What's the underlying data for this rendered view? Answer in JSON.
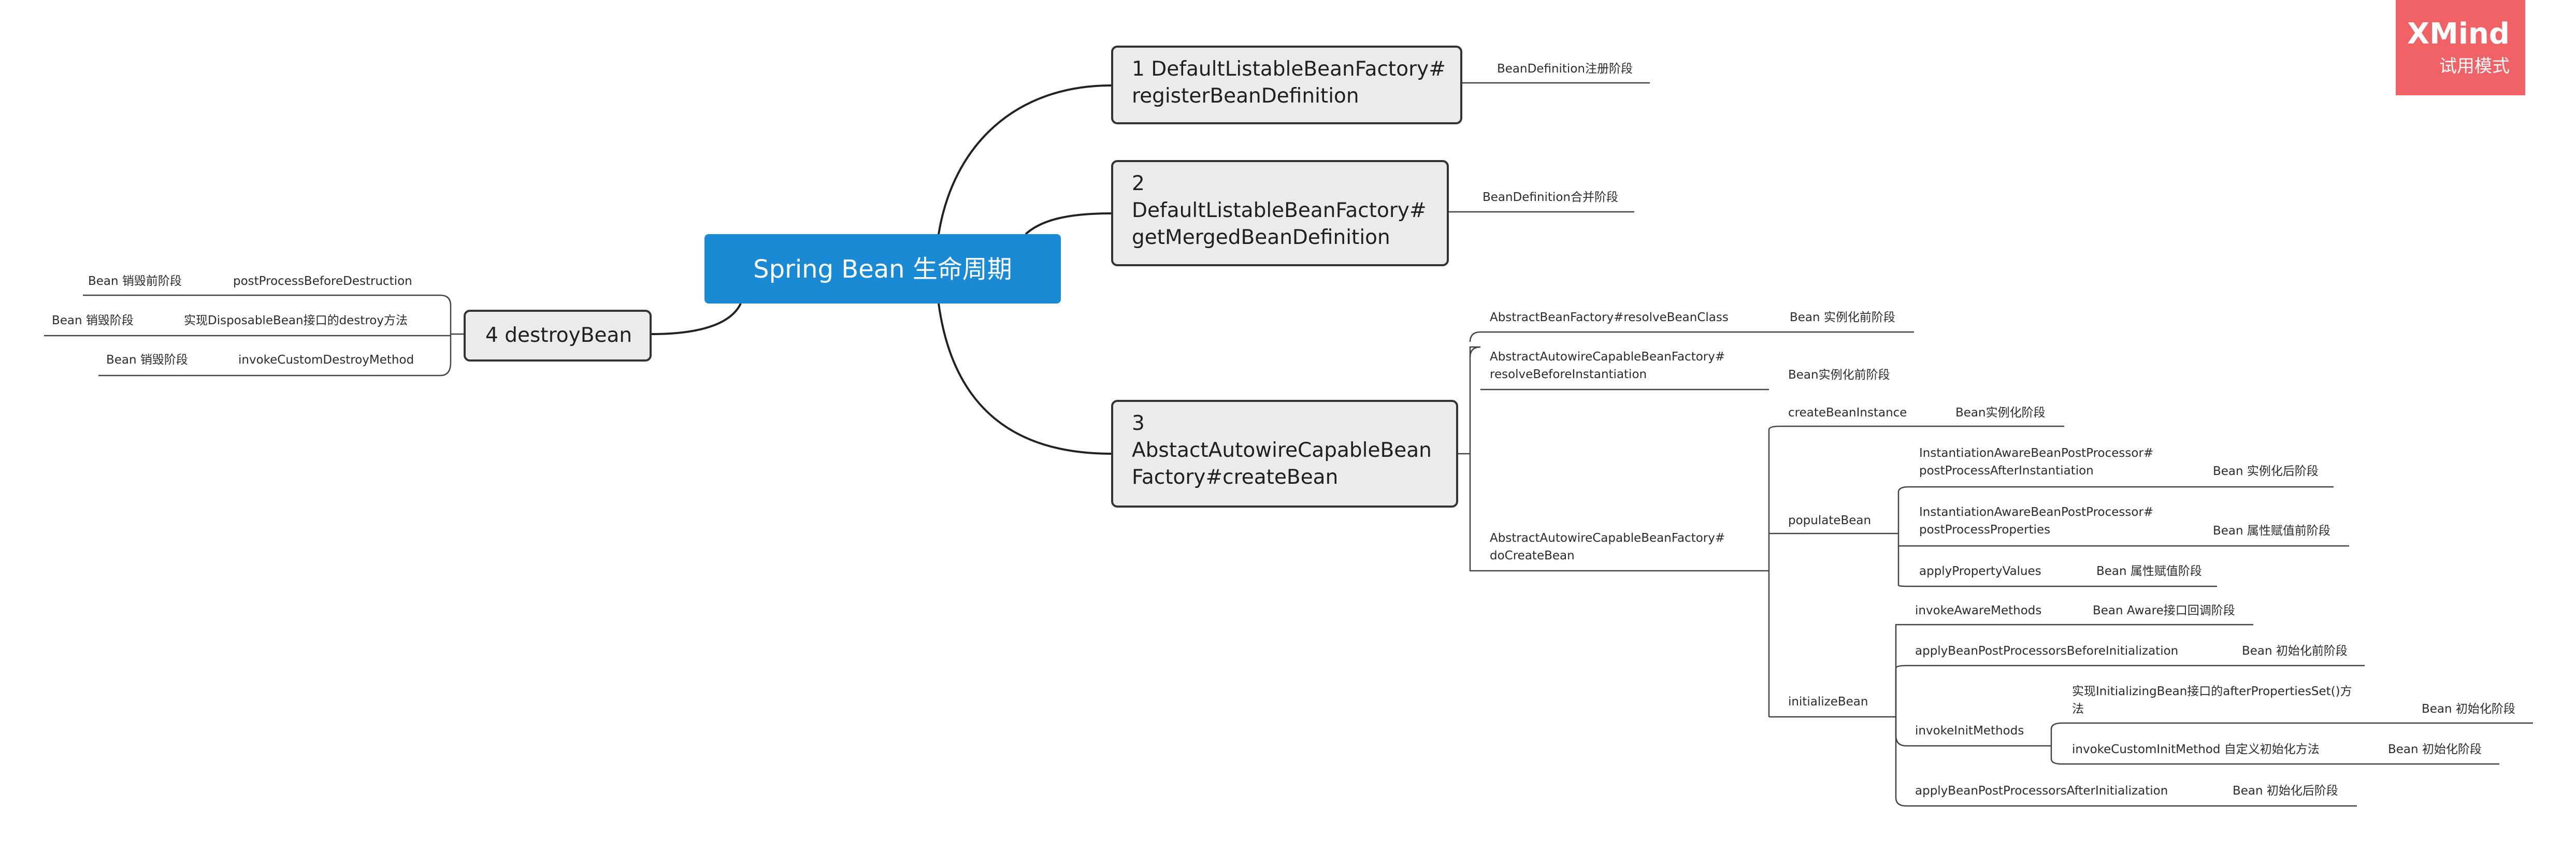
{
  "root": "Spring Bean 生命周期",
  "watermark": {
    "brand": "XMind",
    "mode": "试用模式"
  },
  "branch1": {
    "title_l1": "1 DefaultListableBeanFactory#",
    "title_l2": "registerBeanDefinition",
    "stage": "BeanDefinition注册阶段"
  },
  "branch2": {
    "title_l1": "2",
    "title_l2": "DefaultListableBeanFactory#",
    "title_l3": "getMergedBeanDefinition",
    "stage": "BeanDefinition合并阶段"
  },
  "branch3": {
    "title_l1": "3",
    "title_l2": "AbstactAutowireCapableBean",
    "title_l3": "Factory#createBean",
    "resolve_bean_class": {
      "method": "AbstractBeanFactory#resolveBeanClass",
      "stage": "Bean 实例化前阶段"
    },
    "resolve_before": {
      "method_l1": "AbstractAutowireCapableBeanFactory#",
      "method_l2": "resolveBeforeInstantiation",
      "stage": "Bean实例化前阶段"
    },
    "do_create": {
      "method_l1": "AbstractAutowireCapableBeanFactory#",
      "method_l2": "doCreateBean",
      "create_instance": {
        "method": "createBeanInstance",
        "stage": "Bean实例化阶段"
      },
      "populate": {
        "method": "populateBean",
        "after_inst": {
          "l1": "InstantiationAwareBeanPostProcessor#",
          "l2": "postProcessAfterInstantiation",
          "stage": "Bean 实例化后阶段"
        },
        "post_props": {
          "l1": "InstantiationAwareBeanPostProcessor#",
          "l2": "postProcessProperties",
          "stage": "Bean 属性赋值前阶段"
        },
        "apply_values": {
          "method": "applyPropertyValues",
          "stage": "Bean 属性赋值阶段"
        }
      },
      "initialize": {
        "method": "initializeBean",
        "aware": {
          "method": "invokeAwareMethods",
          "stage": "Bean Aware接口回调阶段"
        },
        "before_init": {
          "method": "applyBeanPostProcessorsBeforeInitialization",
          "stage": "Bean 初始化前阶段"
        },
        "init_methods": {
          "method": "invokeInitMethods",
          "after_props": {
            "l1": "实现InitializingBean接口的afterPropertiesSet()方",
            "l2": "法",
            "stage": "Bean 初始化阶段"
          },
          "custom_init": {
            "method": "invokeCustomInitMethod 自定义初始化方法",
            "stage": "Bean 初始化阶段"
          }
        },
        "after_init": {
          "method": "applyBeanPostProcessorsAfterInitialization",
          "stage": "Bean 初始化后阶段"
        }
      }
    }
  },
  "branch4": {
    "title": "4 destroyBean",
    "before_destruction": {
      "stage": "Bean 销毁前阶段",
      "method": "postProcessBeforeDestruction"
    },
    "disposable": {
      "stage": "Bean 销毁阶段",
      "method": "实现DisposableBean接口的destroy方法"
    },
    "custom_destroy": {
      "stage": "Bean 销毁阶段",
      "method": "invokeCustomDestroyMethod"
    }
  }
}
